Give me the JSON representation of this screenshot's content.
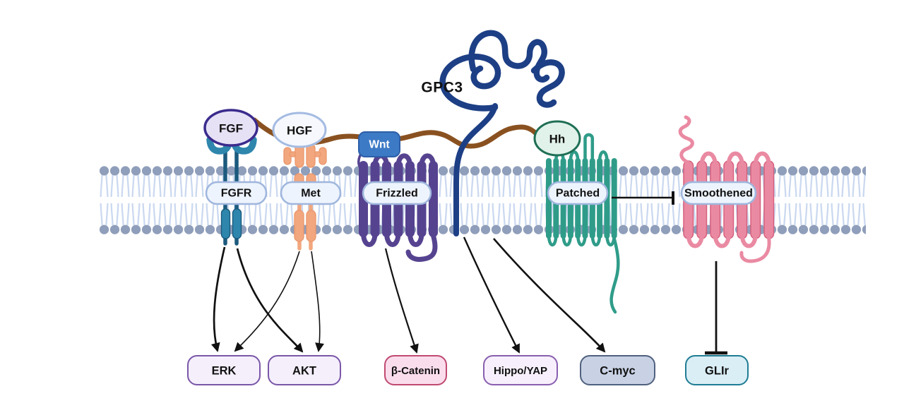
{
  "diagram": {
    "gpc3": {
      "label": "GPC3",
      "color": "#1d3f85"
    },
    "ligands": [
      {
        "label": "FGF",
        "fill": "#e7e1f6",
        "stroke": "#3b2b8d"
      },
      {
        "label": "HGF",
        "fill": "#f6f8fe",
        "stroke": "#a4bbe2"
      },
      {
        "label": "Wnt",
        "fill": "#3d7ac6",
        "stroke": "#2c5fa8"
      },
      {
        "label": "Hh",
        "fill": "#e1f2ea",
        "stroke": "#1f6f55"
      }
    ],
    "receptors": [
      {
        "label": "FGFR",
        "color": "#2e86ad"
      },
      {
        "label": "Met",
        "color": "#f2a77e"
      },
      {
        "label": "Frizzled",
        "color": "#564390"
      },
      {
        "label": "Patched",
        "color": "#2f9c89"
      },
      {
        "label": "Smoothened",
        "color": "#ea8aa2"
      }
    ],
    "receptor_label_pill": {
      "fill": "#eef4fd",
      "stroke": "#9fb6dd"
    },
    "downstream": [
      {
        "label": "ERK",
        "fill": "#f5effc",
        "stroke": "#7a57a8"
      },
      {
        "label": "AKT",
        "fill": "#f5effc",
        "stroke": "#7a57a8"
      },
      {
        "label": "β-Catenin",
        "fill": "#fadded",
        "stroke": "#c04a70"
      },
      {
        "label": "Hippo/YAP",
        "fill": "#f7f0fc",
        "stroke": "#8a5fb0"
      },
      {
        "label": "C-myc",
        "fill": "#c9d2e5",
        "stroke": "#50617f"
      },
      {
        "label": "GLIr",
        "fill": "#daeef5",
        "stroke": "#1f7d95"
      }
    ],
    "edges": [
      {
        "from": "FGFR",
        "to": "ERK",
        "type": "activation"
      },
      {
        "from": "FGFR",
        "to": "AKT",
        "type": "activation"
      },
      {
        "from": "Met",
        "to": "ERK",
        "type": "activation"
      },
      {
        "from": "Met",
        "to": "AKT",
        "type": "activation"
      },
      {
        "from": "Frizzled",
        "to": "β-Catenin",
        "type": "activation"
      },
      {
        "from": "GPC3",
        "to": "Hippo/YAP",
        "type": "activation"
      },
      {
        "from": "GPC3",
        "to": "C-myc",
        "type": "activation"
      },
      {
        "from": "Patched",
        "to": "Smoothened",
        "type": "inhibition"
      },
      {
        "from": "Smoothened",
        "to": "GLIr",
        "type": "inhibition"
      }
    ],
    "membrane": {
      "head_color": "#8f9eba",
      "tail_color": "#cbd9f0"
    },
    "hs_chain_color": "#8a5120"
  }
}
